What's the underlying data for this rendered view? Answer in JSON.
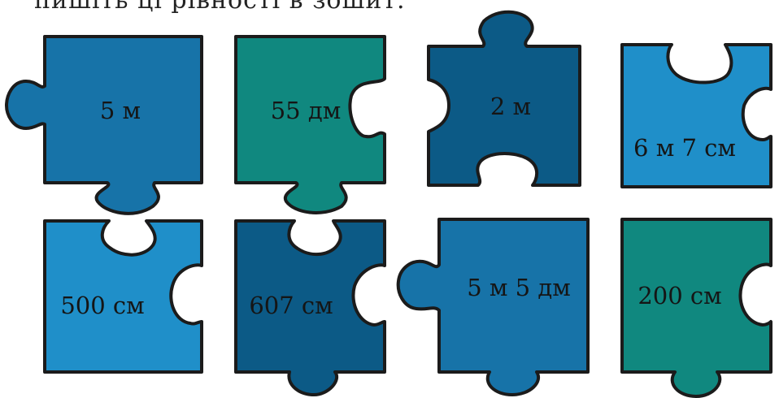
{
  "header": {
    "text": "пишіть ці рівності в зошит."
  },
  "colors": {
    "blue_dark": "#0c5a86",
    "blue_mid": "#1773a8",
    "blue_light": "#1f8fc9",
    "teal": "#10887f",
    "outline": "#1b1b1b"
  },
  "pieces": [
    {
      "label": "5 м"
    },
    {
      "label": "55 дм"
    },
    {
      "label": "2 м"
    },
    {
      "label": "6 м 7 см"
    },
    {
      "label": "500 см"
    },
    {
      "label": "607 см"
    },
    {
      "label": "5 м 5 дм"
    },
    {
      "label": "200 см"
    }
  ]
}
